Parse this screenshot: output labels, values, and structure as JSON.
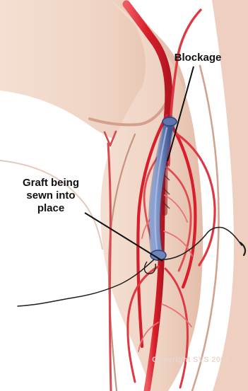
{
  "labels": {
    "blockage": "Blockage",
    "graft_line1": "Graft being",
    "graft_line2": "sewn into",
    "graft_line3": "place"
  },
  "copyright": "Copyright SVS 2004",
  "colors": {
    "skin": "#efd4c4",
    "skin_shadow": "#deb2a0",
    "artery": "#d81e2a",
    "artery_light": "#ef6b70",
    "graft": "#6f86b8",
    "graft_dark": "#425994",
    "suture": "#1d1d1d",
    "label_text": "#111111"
  }
}
